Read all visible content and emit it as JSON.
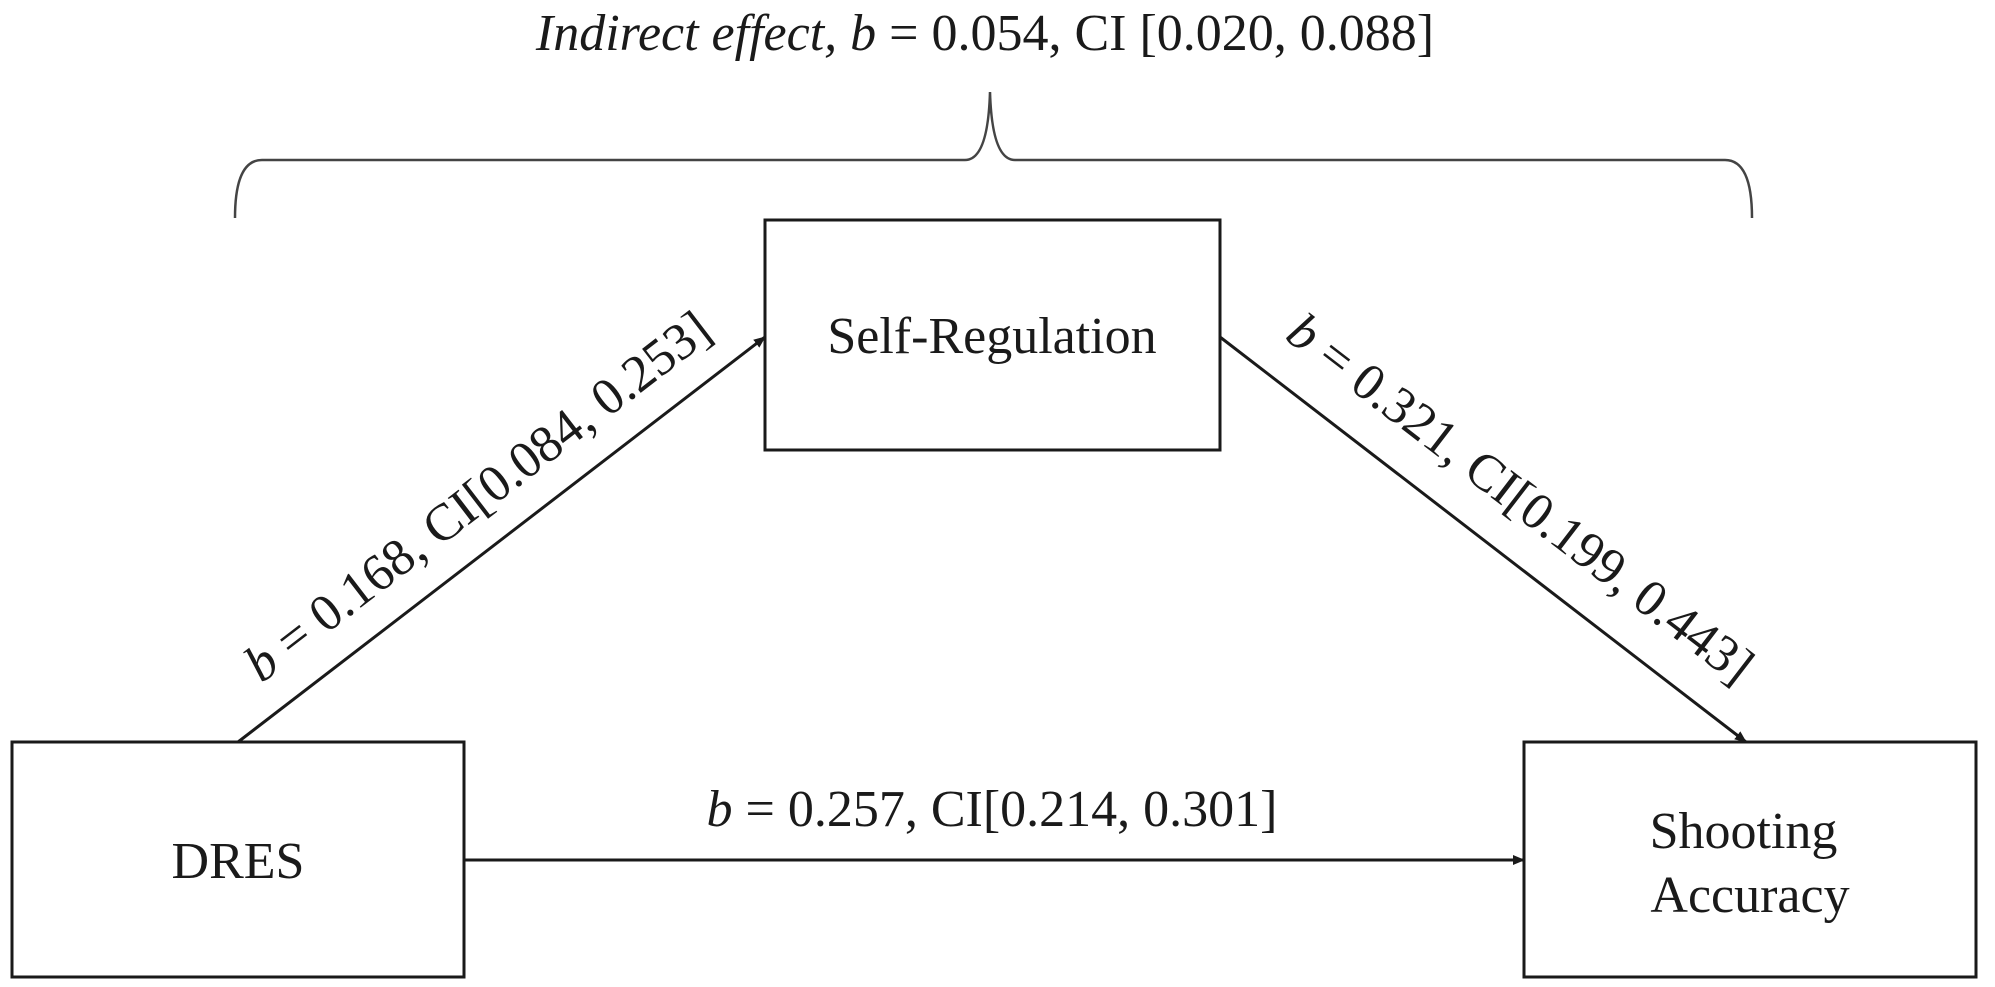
{
  "indirect_effect": {
    "label_italic": "Indirect effect, ",
    "b_symbol": "b",
    "equals_value": " = 0.054, CI [0.020, 0.088]"
  },
  "nodes": {
    "self_regulation": "Self-Regulation",
    "dres": "DRES",
    "shooting_accuracy_line1": "Shooting",
    "shooting_accuracy_line2": "Accuracy"
  },
  "paths": {
    "dres_to_self_regulation": {
      "b_symbol": "b",
      "text": " = 0.168, CI[0.084, 0.253]"
    },
    "self_regulation_to_shooting": {
      "b_symbol": "b",
      "text": " = 0.321, CI[0.199, 0.443]"
    },
    "dres_to_shooting": {
      "b_symbol": "b",
      "text": " = 0.257, CI[0.214, 0.301]"
    }
  },
  "colors": {
    "line": "#1a1a1a",
    "brace": "#444444",
    "background": "#ffffff"
  }
}
